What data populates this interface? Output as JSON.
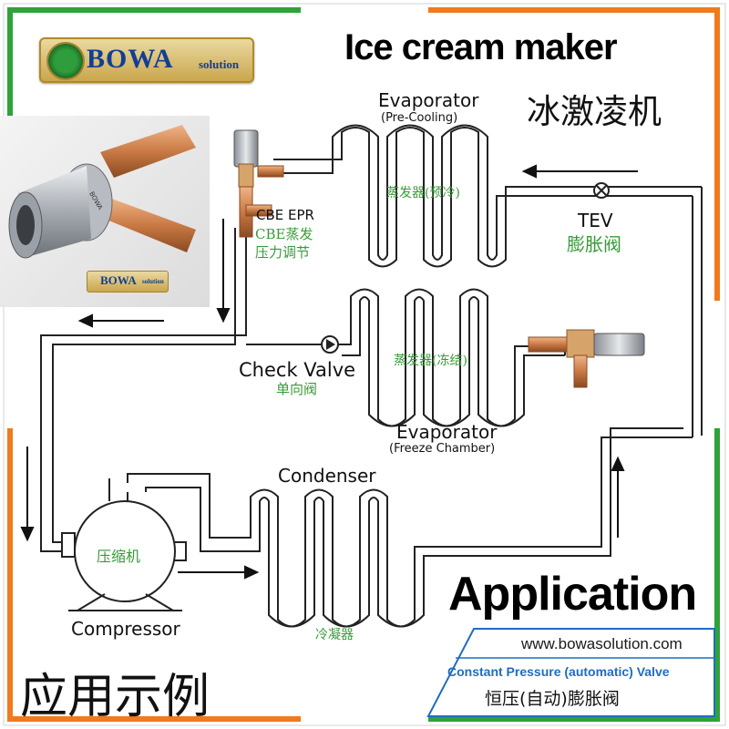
{
  "header": {
    "logo_word": "BOWA",
    "logo_sub": "solution",
    "title": "Ice cream maker",
    "title_cn": "冰激凌机"
  },
  "photo": {
    "badge_word": "BOWA",
    "badge_sub": "solution",
    "valve_engraving": "BOWA"
  },
  "components": {
    "evaporator_precool": {
      "label": "Evaporator",
      "sub": "(Pre-Cooling)",
      "cn": "蒸发器(预冷)"
    },
    "cbe_epr": {
      "label": "CBE EPR",
      "cn_line1": "CBE蒸发",
      "cn_line2": "压力调节"
    },
    "tev": {
      "label": "TEV",
      "cn": "膨胀阀"
    },
    "check_valve": {
      "label": "Check Valve",
      "cn": "单向阀"
    },
    "evaporator_freeze": {
      "label": "Evaporator",
      "sub": "(Freeze Chamber)",
      "cn": "蒸发器(冻结)"
    },
    "condenser": {
      "label": "Condenser",
      "cn": "冷凝器"
    },
    "compressor": {
      "label": "Compressor",
      "cn": "压缩机"
    }
  },
  "footer": {
    "application": "Application",
    "application_cn": "应用示例",
    "website": "www.bowasolution.com",
    "product_en": "Constant Pressure (automatic) Valve",
    "product_cn": "恒压(自动)膨胀阀"
  },
  "colors": {
    "frame_green": "#2fa23a",
    "frame_orange": "#f07a1e",
    "pipe": "#222222",
    "copper": "#c97a44",
    "chinese_label": "#3a9a3a",
    "product_text": "#1f6cc2"
  }
}
